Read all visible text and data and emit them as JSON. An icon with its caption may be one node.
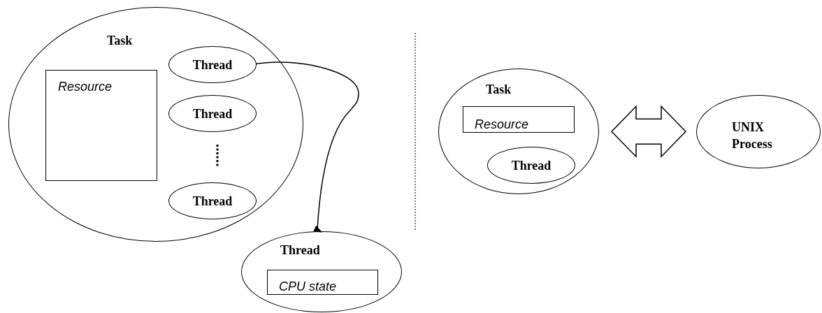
{
  "diagram": {
    "nodes": [
      {
        "text": [
          "Task"
        ]
      },
      {
        "text": [
          "Resource"
        ],
        "in": 0
      },
      {
        "text": [
          "Thread"
        ],
        "in": 0
      },
      {
        "text": [
          "Thread"
        ],
        "in": 0
      },
      {
        "text": [
          "Thread"
        ],
        "in": 0
      },
      {
        "text": [
          "Thread"
        ]
      },
      {
        "text": [
          "CPU state"
        ],
        "in": 5
      },
      {
        "text": [
          "Task"
        ]
      },
      {
        "text": [
          "Resource"
        ],
        "in": 7
      },
      {
        "text": [
          "Thread"
        ],
        "in": 7
      },
      {
        "text": [
          "UNIX Process"
        ]
      }
    ],
    "edges": [
      {
        "from": 2,
        "to": 5,
        "arrow": "to"
      },
      {
        "from": 7,
        "to": 10,
        "arrow": "both",
        "style": "thick"
      }
    ]
  }
}
